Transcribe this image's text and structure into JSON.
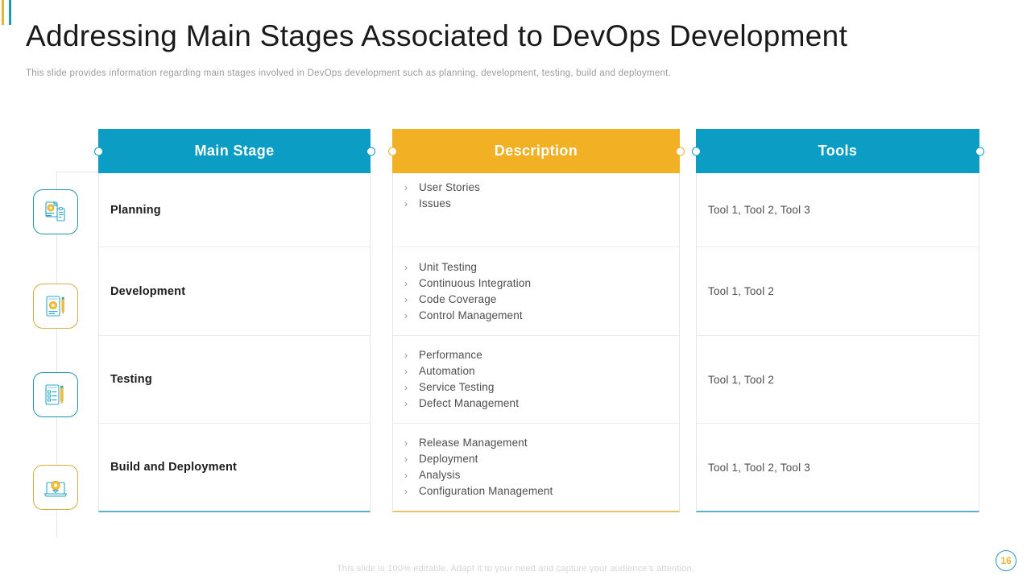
{
  "slide": {
    "title": "Addressing Main Stages Associated to DevOps Development",
    "subtitle": "This slide provides  information  regarding  main stages involved  in DevOps  development  such as planning,  development,  testing, build and deployment.",
    "footer_note": "This slide is 100% editable. Adapt it to your need and capture your audience's attention.",
    "page_number": "16"
  },
  "colors": {
    "teal": "#0C9DC4",
    "gold": "#F2B024",
    "accent_bar_gold": "#E8B33A",
    "accent_bar_teal": "#1E9AB8",
    "badge_text": "#E8B33A",
    "body_text": "#4d4d4d",
    "heading_text": "#1c1c1c"
  },
  "table": {
    "headers": [
      {
        "label": "Main Stage",
        "theme": "teal"
      },
      {
        "label": "Description",
        "theme": "gold"
      },
      {
        "label": "Tools",
        "theme": "teal"
      }
    ],
    "rows": [
      {
        "icon": "document-gear-icon",
        "icon_theme": "teal",
        "stage": "Planning",
        "description": [
          "User Stories",
          "Issues"
        ],
        "tools": "Tool 1, Tool 2, Tool 3"
      },
      {
        "icon": "document-gear-pencil-icon",
        "icon_theme": "gold",
        "stage": "Development",
        "description": [
          "Unit Testing",
          "Continuous Integration",
          "Code Coverage",
          "Control Management"
        ],
        "tools": "Tool 1, Tool 2"
      },
      {
        "icon": "checklist-pencil-icon",
        "icon_theme": "teal",
        "stage": "Testing",
        "description": [
          "Performance",
          "Automation",
          "Service Testing",
          "Defect Management"
        ],
        "tools": "Tool 1, Tool 2"
      },
      {
        "icon": "laptop-gear-upload-icon",
        "icon_theme": "gold",
        "stage": "Build and Deployment",
        "description": [
          "Release Management",
          "Deployment",
          "Analysis",
          "Configuration Management"
        ],
        "tools": "Tool 1, Tool 2, Tool 3"
      }
    ]
  },
  "bullet_marker": "›"
}
